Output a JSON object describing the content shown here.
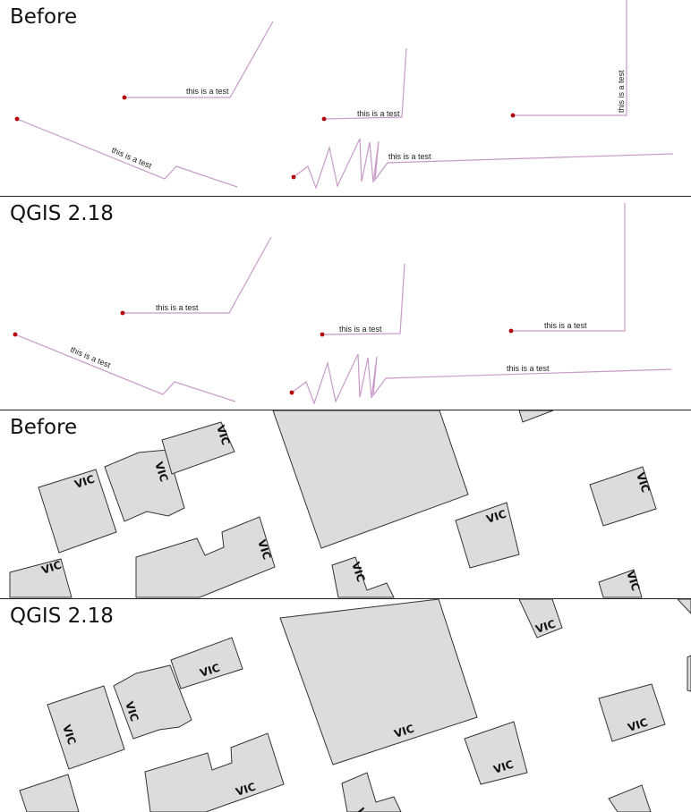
{
  "panels": [
    {
      "title": "Before"
    },
    {
      "title": "QGIS 2.18"
    },
    {
      "title": "Before"
    },
    {
      "title": "QGIS 2.18"
    }
  ],
  "line_label": "this is a test",
  "building_label": "VIC",
  "colors": {
    "line_stroke": "#c89ac8",
    "point_fill": "#b3000b",
    "building_fill": "#dcdcdc",
    "building_stroke": "#333333",
    "divider": "#222222"
  }
}
